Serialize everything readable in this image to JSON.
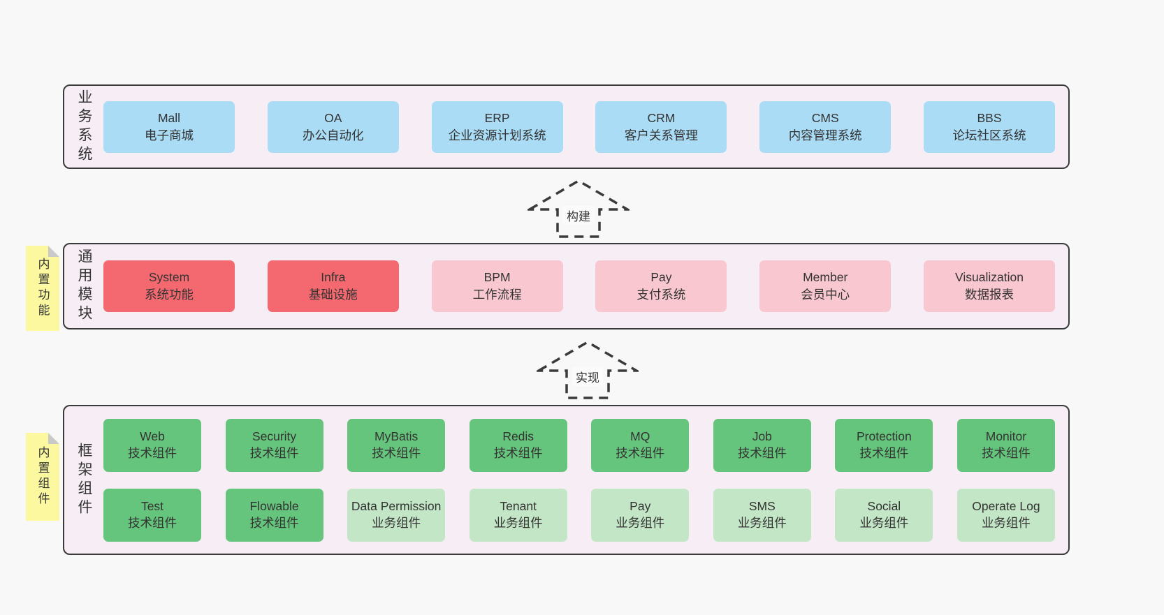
{
  "colors": {
    "page-bg": "#f8f8f8",
    "panel-bg": "#f7edf5",
    "panel-border": "#3a3a3a",
    "box-blue": "#aadcf6",
    "box-red": "#f3696f",
    "box-pink": "#f9c7cf",
    "box-green": "#66c57c",
    "box-lightgreen": "#c3e6c6",
    "sticky-yellow": "#fbf89f",
    "sticky-fold": "#c9c9c9",
    "text": "#333333"
  },
  "layers": {
    "business": {
      "label": "业务系统",
      "boxes": [
        {
          "en": "Mall",
          "zh": "电子商城",
          "type": "blue"
        },
        {
          "en": "OA",
          "zh": "办公自动化",
          "type": "blue"
        },
        {
          "en": "ERP",
          "zh": "企业资源计划系统",
          "type": "blue"
        },
        {
          "en": "CRM",
          "zh": "客户关系管理",
          "type": "blue"
        },
        {
          "en": "CMS",
          "zh": "内容管理系统",
          "type": "blue"
        },
        {
          "en": "BBS",
          "zh": "论坛社区系统",
          "type": "blue"
        }
      ]
    },
    "modules": {
      "label": "通用模块",
      "sticky": "内置功能",
      "boxes": [
        {
          "en": "System",
          "zh": "系统功能",
          "type": "red"
        },
        {
          "en": "Infra",
          "zh": "基础设施",
          "type": "red"
        },
        {
          "en": "BPM",
          "zh": "工作流程",
          "type": "pink"
        },
        {
          "en": "Pay",
          "zh": "支付系统",
          "type": "pink"
        },
        {
          "en": "Member",
          "zh": "会员中心",
          "type": "pink"
        },
        {
          "en": "Visualization",
          "zh": "数据报表",
          "type": "pink"
        }
      ]
    },
    "components": {
      "label": "框架组件",
      "sticky": "内置组件",
      "rows": [
        [
          {
            "en": "Web",
            "zh": "技术组件",
            "type": "green"
          },
          {
            "en": "Security",
            "zh": "技术组件",
            "type": "green"
          },
          {
            "en": "MyBatis",
            "zh": "技术组件",
            "type": "green"
          },
          {
            "en": "Redis",
            "zh": "技术组件",
            "type": "green"
          },
          {
            "en": "MQ",
            "zh": "技术组件",
            "type": "green"
          },
          {
            "en": "Job",
            "zh": "技术组件",
            "type": "green"
          },
          {
            "en": "Protection",
            "zh": "技术组件",
            "type": "green"
          },
          {
            "en": "Monitor",
            "zh": "技术组件",
            "type": "green"
          }
        ],
        [
          {
            "en": "Test",
            "zh": "技术组件",
            "type": "green"
          },
          {
            "en": "Flowable",
            "zh": "技术组件",
            "type": "green"
          },
          {
            "en": "Data Permission",
            "zh": "业务组件",
            "type": "lightgreen"
          },
          {
            "en": "Tenant",
            "zh": "业务组件",
            "type": "lightgreen"
          },
          {
            "en": "Pay",
            "zh": "业务组件",
            "type": "lightgreen"
          },
          {
            "en": "SMS",
            "zh": "业务组件",
            "type": "lightgreen"
          },
          {
            "en": "Social",
            "zh": "业务组件",
            "type": "lightgreen"
          },
          {
            "en": "Operate Log",
            "zh": "业务组件",
            "type": "lightgreen"
          }
        ]
      ]
    }
  },
  "arrows": {
    "build": {
      "label": "构建"
    },
    "implement": {
      "label": "实现"
    }
  }
}
